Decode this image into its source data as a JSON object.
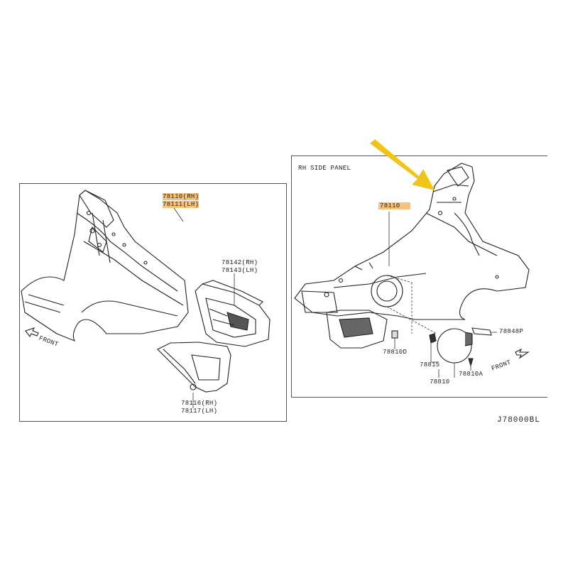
{
  "left_panel": {
    "labels": [
      {
        "id": "78110_78111",
        "lines": [
          "78110(RH)",
          "78111(LH)"
        ],
        "highlight": true
      },
      {
        "id": "78142_78143",
        "lines": [
          "78142(RH)",
          "78143(LH)"
        ],
        "highlight": false
      },
      {
        "id": "78116_78117",
        "lines": [
          "78116(RH)",
          "78117(LH)"
        ],
        "highlight": false
      }
    ],
    "front_label": "FRONT"
  },
  "right_panel": {
    "title": "RH SIDE PANEL",
    "labels": [
      {
        "id": "78110",
        "text": "78110",
        "highlight": true
      },
      {
        "id": "78848P",
        "text": "78848P"
      },
      {
        "id": "78810D",
        "text": "78810D"
      },
      {
        "id": "78815",
        "text": "78815"
      },
      {
        "id": "78810",
        "text": "78810"
      },
      {
        "id": "78810A",
        "text": "78810A"
      }
    ],
    "front_label": "FRONT"
  },
  "diagram_code": "J78000BL",
  "colors": {
    "highlight": "#f8c27a",
    "arrow": "#f0c419",
    "line": "#222222"
  }
}
